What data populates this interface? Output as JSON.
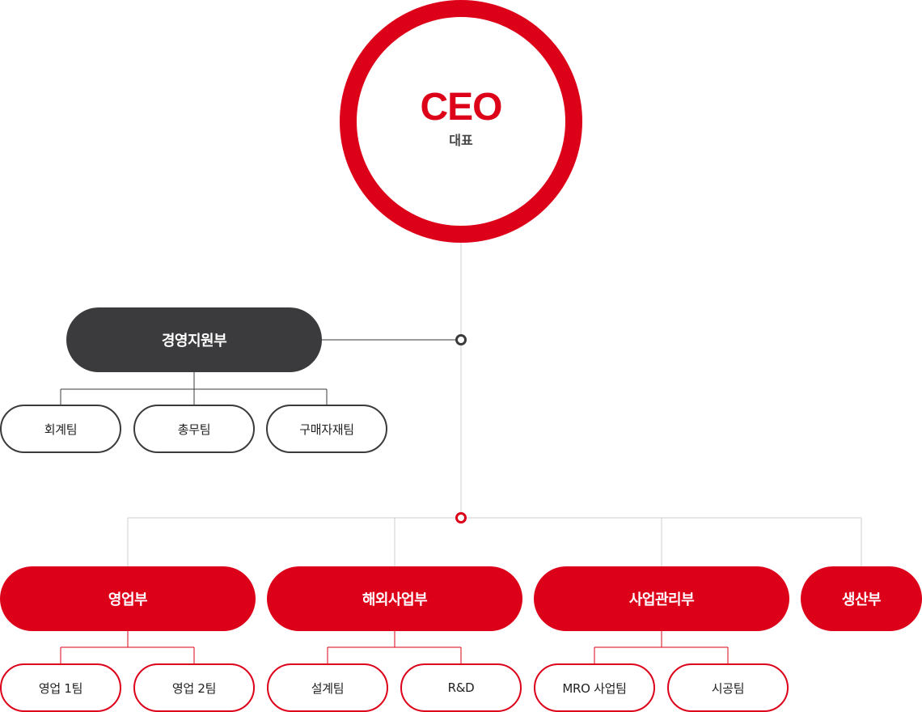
{
  "ceo": {
    "title": "CEO",
    "subtitle": "대표"
  },
  "support": {
    "dept": "경영지원부",
    "teams": [
      "회계팀",
      "총무팀",
      "구매자재팀"
    ]
  },
  "depts": [
    {
      "name": "영업부",
      "teams": [
        "영업 1팀",
        "영업 2팀"
      ]
    },
    {
      "name": "해외사업부",
      "teams": [
        "설계팀",
        "R&D"
      ]
    },
    {
      "name": "사업관리부",
      "teams": [
        "MRO 사업팀",
        "시공팀"
      ]
    },
    {
      "name": "생산부",
      "teams": []
    }
  ],
  "colors": {
    "accent": "#dd0019",
    "dark": "#3b3b3d",
    "line": "#cccccc"
  }
}
